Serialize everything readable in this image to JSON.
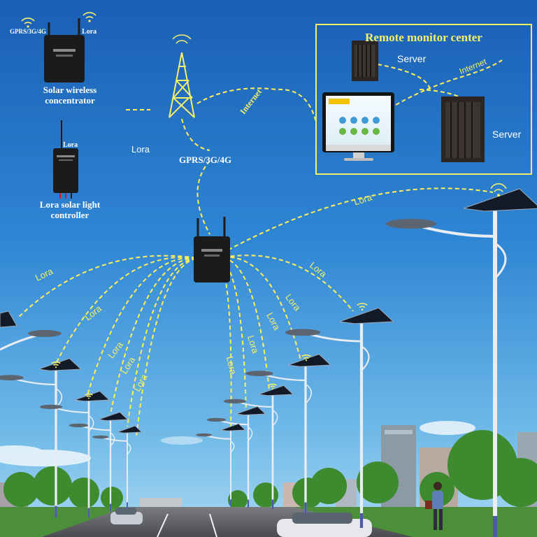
{
  "colors": {
    "sky_top": "#1e63b8",
    "sky_bottom": "#7cc3ea",
    "link_dash": "#ffef5a",
    "label_yellow": "#f4f06a",
    "device_body": "#1b1b1b"
  },
  "top": {
    "gprs_tag": "GPRS/3G/4G",
    "lora_tag": "Lora",
    "concentrator_label": [
      "Solar wireless",
      "concentrator"
    ],
    "controller_label": [
      "Lora solar light",
      "controller"
    ],
    "controller_tag": "Lora"
  },
  "links": {
    "lora_left": "Lora",
    "gprs": "GPRS/3G/4G",
    "internet_tower": "Internet",
    "internet_panel": "Internet"
  },
  "remote_center": {
    "title": "Remote monitor center",
    "server_top": "Server",
    "server_right": "Server"
  },
  "lamp_links": {
    "label": "Lora",
    "count": 11
  },
  "icons": [
    "wifi-icon",
    "antenna-icon",
    "tower-icon",
    "server-icon",
    "monitor-icon",
    "solar-panel-icon",
    "street-lamp-icon"
  ]
}
